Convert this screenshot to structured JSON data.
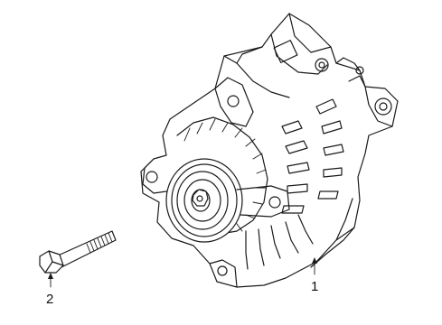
{
  "diagram": {
    "parts": [
      {
        "callout": "1",
        "icon": "alternator"
      },
      {
        "callout": "2",
        "icon": "bolt"
      }
    ]
  }
}
